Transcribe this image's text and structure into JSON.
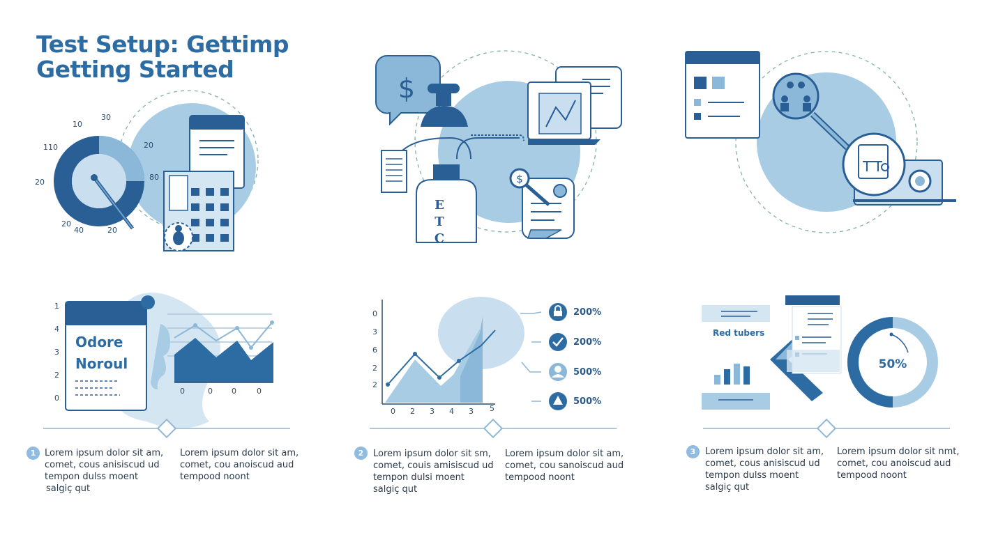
{
  "header": {
    "title_line1": "Test Setup: Gettimp",
    "title_line2": "Getting Started"
  },
  "colors": {
    "primary": "#2d6ba3",
    "dark": "#2a5f95",
    "light": "#a8cce3",
    "pale": "#d4e6f2",
    "line": "#a9c7dd"
  },
  "panel1": {
    "gauge_ticks": [
      "10",
      "30",
      "110",
      "20",
      "20",
      "80",
      "20",
      "40",
      "20"
    ],
    "icons": [
      "donut-gauge-icon",
      "pencil-icon",
      "document-icon",
      "calculator-icon",
      "bug-icon"
    ]
  },
  "panel2": {
    "jar_label": [
      "E",
      "T",
      "C"
    ],
    "icons": [
      "dollar-chat-icon",
      "stamp-icon",
      "laptop-chart-icon",
      "flask-icon",
      "receipt-search-icon"
    ]
  },
  "panel3": {
    "icons": [
      "browser-window-icon",
      "team-magnifier-icon",
      "document-projector-icon"
    ]
  },
  "chart1": {
    "card_title_line1": "Odore",
    "card_title_line2": "Noroul",
    "y_ticks": [
      "1",
      "4",
      "3",
      "2",
      "0"
    ],
    "x_ticks": [
      "0",
      "0",
      "0",
      "0"
    ]
  },
  "chart2": {
    "y_ticks": [
      "0",
      "3",
      "6",
      "2",
      "2"
    ],
    "x_ticks": [
      "0",
      "2",
      "3",
      "4",
      "3",
      "5"
    ],
    "stats": [
      {
        "icon": "lock-icon",
        "value": "200%"
      },
      {
        "icon": "check-icon",
        "value": "200%"
      },
      {
        "icon": "user-icon",
        "value": "500%"
      },
      {
        "icon": "triangle-icon",
        "value": "500%"
      }
    ]
  },
  "chart3": {
    "report_title": "Red tubers",
    "donut_label": "50%"
  },
  "steps": [
    {
      "number": "1",
      "col1": [
        "Lorem ipsum dolor sit am,",
        "comet, cous anisiscud ud",
        "tempon dulss moent",
        "salgiç qut"
      ],
      "col2": [
        "Lorem ipsum dolor sit am,",
        "comet, cou anoiscud aud",
        "tempood noont"
      ]
    },
    {
      "number": "2",
      "col1": [
        "Lorem ipsum dolor sit sm,",
        "comet, couis amisiscud ud",
        "tempon dulsi moent",
        "salgiç qut"
      ],
      "col2": [
        "Lorem ipsum dolor sit am,",
        "comet, cou sanoiscud aud",
        "tempood noont"
      ]
    },
    {
      "number": "3",
      "col1": [
        "Lorem ipsum dolor sit am,",
        "comet, cous anisiscud ud",
        "tempon dulss moent",
        "salgiç qut"
      ],
      "col2": [
        "Lorem ipsum dolor sit nmt,",
        "comet, cou anoiscud aud",
        "tempood noont"
      ]
    }
  ]
}
